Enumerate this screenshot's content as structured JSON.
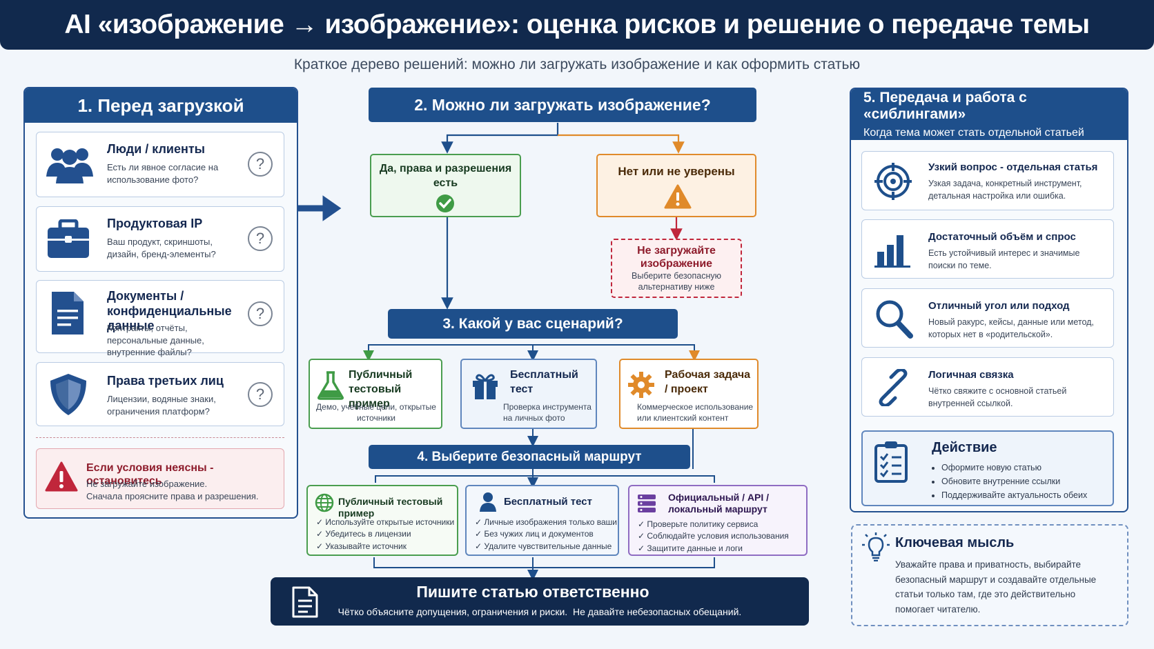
{
  "header": {
    "title": "AI «изображение → изображение»: оценка рисков и решение о передаче темы"
  },
  "subtitle": "Краткое дерево решений: можно ли загружать изображение и как оформить статью",
  "colors": {
    "navy": "#11294d",
    "blue": "#1e4f8b",
    "green": "#3f9b45",
    "orange": "#e08a2a",
    "red": "#c0263b",
    "purple": "#6b3fa0"
  },
  "left_panel": {
    "title": "1. Перед загрузкой",
    "items": [
      {
        "icon": "people-icon",
        "title": "Люди / клиенты",
        "desc": "Есть ли явное согласие на использование фото?",
        "q": "?"
      },
      {
        "icon": "briefcase-icon",
        "title": "Продуктовая IP",
        "desc": "Ваш продукт, скриншоты, дизайн, бренд-элементы?",
        "q": "?"
      },
      {
        "icon": "document-icon",
        "title": "Документы / конфиденциальные данные",
        "desc": "Контракты, отчёты, персональные данные, внутренние файлы?",
        "q": "?"
      },
      {
        "icon": "shield-icon",
        "title": "Права третьих лиц",
        "desc": "Лицензии, водяные знаки, ограничения платформ?",
        "q": "?"
      }
    ],
    "warning": {
      "title": "Если условия неясны - остановитесь",
      "line1": "Не загружайте изображение.",
      "line2": "Сначала проясните права и разрешения."
    }
  },
  "step2": {
    "title": "2. Можно ли загружать изображение?",
    "yes": "Да, права и разрешения есть",
    "no": "Нет или не уверены",
    "stop_title": "Не загружайте изображение",
    "stop_desc": "Выберите безопасную альтернативу ниже"
  },
  "step3": {
    "title": "3. Какой у вас сценарий?",
    "scenarios": [
      {
        "icon": "flask-icon",
        "title": "Публичный тестовый пример",
        "desc": "Демо, учебные цели, открытые источники"
      },
      {
        "icon": "gift-icon",
        "title": "Бесплатный тест",
        "desc": "Проверка инструмента на личных фото"
      },
      {
        "icon": "gear-icon",
        "title": "Рабочая задача / проект",
        "desc": "Коммерческое использование или клиентский контент"
      }
    ]
  },
  "step4": {
    "title": "4. Выберите безопасный маршрут",
    "routes": [
      {
        "icon": "globe-icon",
        "title": "Публичный тестовый пример",
        "items": [
          "Используйте открытые источники",
          "Убедитесь в лицензии",
          "Указывайте источник"
        ]
      },
      {
        "icon": "user-icon",
        "title": "Бесплатный тест",
        "items": [
          "Личные изображения только ваши",
          "Без чужих лиц и документов",
          "Удалите чувствительные данные"
        ]
      },
      {
        "icon": "server-icon",
        "title": "Официальный / API / локальный маршрут",
        "items": [
          "Проверьте политику сервиса",
          "Соблюдайте условия использования",
          "Защитите данные и логи"
        ]
      }
    ]
  },
  "footer_box": {
    "title": "Пишите статью ответственно",
    "desc": "Чётко объясните допущения, ограничения и риски.  Не давайте небезопасных обещаний."
  },
  "right_panel": {
    "title": "5. Передача и работа с «сиблингами»",
    "subtitle": "Когда тема может стать отдельной статьей",
    "items": [
      {
        "icon": "target-icon",
        "title": "Узкий вопрос - отдельная статья",
        "desc": "Узкая задача, конкретный инструмент, детальная настройка или ошибка."
      },
      {
        "icon": "bar-chart-icon",
        "title": "Достаточный объём и спрос",
        "desc": "Есть устойчивый интерес и значимые поиски по теме."
      },
      {
        "icon": "magnifier-icon",
        "title": "Отличный угол или подход",
        "desc": "Новый ракурс, кейсы, данные или метод, которых нет в «родительской»."
      },
      {
        "icon": "link-icon",
        "title": "Логичная связка",
        "desc": "Чётко свяжите с основной статьей внутренней ссылкой."
      }
    ],
    "action": {
      "title": "Действие",
      "items": [
        "Оформите новую статью",
        "Обновите внутренние ссылки",
        "Поддерживайте актуальность обеих"
      ]
    }
  },
  "key_idea": {
    "title": "Ключевая мысль",
    "text": "Уважайте права и приватность, выбирайте безопасный маршрут и создавайте отдельные статьи только там, где это действительно помогает читателю."
  }
}
